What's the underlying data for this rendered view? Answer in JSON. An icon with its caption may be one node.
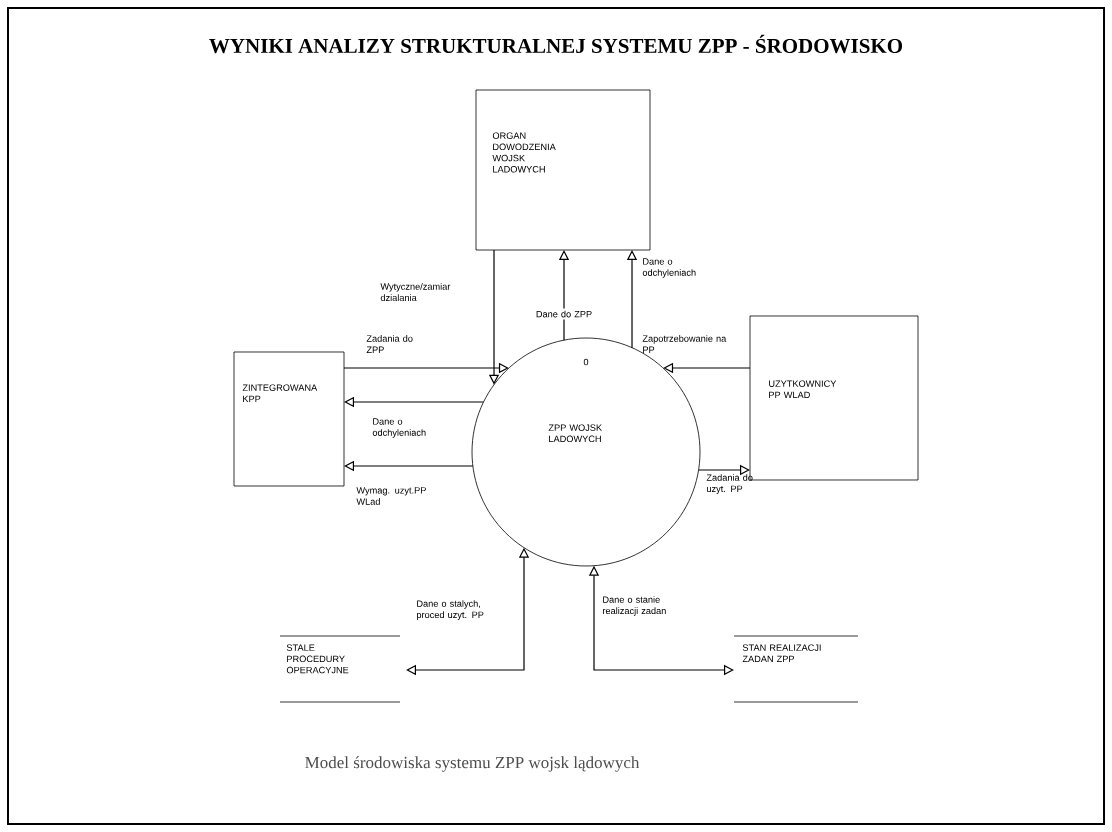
{
  "diagram": {
    "title": "WYNIKI ANALIZY STRUKTURALNEJ SYSTEMU ZPP - ŚRODOWISKO",
    "caption": "Model środowiska systemu ZPP wojsk lądowych",
    "nodes": [
      {
        "text": [
          "ORGAN DOWODZENIA WOJSK LADOWYCH"
        ]
      },
      {
        "text": [
          "ZINTEGROWANA KPP"
        ]
      },
      {
        "text": [
          "0",
          "ZPP WOJSK LADOWYCH"
        ]
      },
      {
        "text": [
          "UZYTKOWNICY PP WLAD"
        ]
      },
      {
        "text": [
          "STALE PROCEDURY OPERACYJNE"
        ]
      },
      {
        "text": [
          "STAN REALIZACJI ZADAN ZPP"
        ]
      }
    ],
    "edges": [
      {
        "from": 0,
        "to": 2,
        "arrow": "to",
        "label": "Wytyczne/zamiar dzialania"
      },
      {
        "from": 2,
        "to": 0,
        "arrow": "to",
        "label": "Dane do ZPP"
      },
      {
        "from": 2,
        "to": 0,
        "arrow": "to",
        "label": "Dane o odchyleniach"
      },
      {
        "from": 1,
        "to": 2,
        "arrow": "to",
        "label": "Zadania do ZPP"
      },
      {
        "from": 2,
        "to": 1,
        "arrow": "to",
        "label": "Dane o odchyleniach"
      },
      {
        "from": 2,
        "to": 1,
        "arrow": "to",
        "label": "Wymag. uzyt.PP WLad"
      },
      {
        "from": 3,
        "to": 2,
        "arrow": "to",
        "label": "Zapotrzebowanie na PP"
      },
      {
        "from": 2,
        "to": 3,
        "arrow": "to",
        "label": "Zadania do uzyt. PP"
      },
      {
        "from": 2,
        "to": 4,
        "arrow": "both",
        "label": "Dane o stalych, proced uzyt. PP"
      },
      {
        "from": 2,
        "to": 5,
        "arrow": "both",
        "label": "Dane o stanie realizacji zadan"
      }
    ]
  }
}
